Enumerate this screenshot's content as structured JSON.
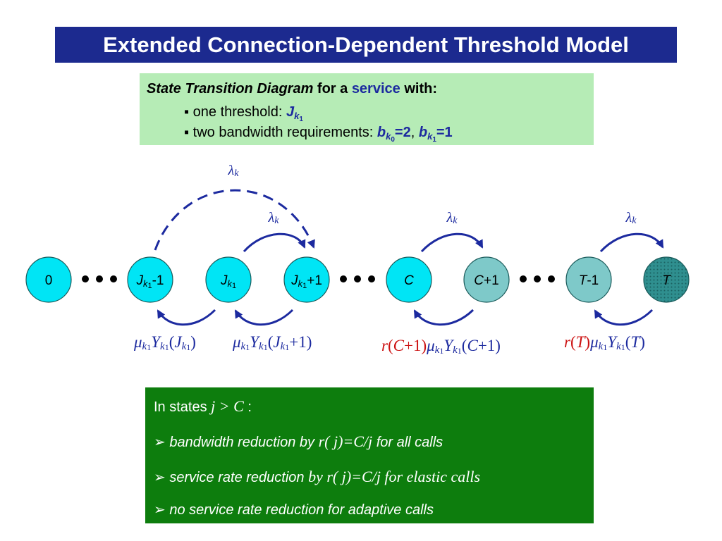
{
  "title": "Extended Connection-Dependent Threshold Model",
  "info": {
    "line1_italic": "State Transition Diagram",
    "line1_mid": " for a ",
    "line1_service": "service",
    "line1_end": " with:",
    "bullet1_text": "one threshold: ",
    "bullet2_text": "two bandwidth requirements: ",
    "bullet_symbol": "▪"
  },
  "diagram": {
    "states": [
      {
        "label": "0",
        "color": "#00e5f5"
      },
      {
        "label": "Jk1-1",
        "color": "#00e5f5"
      },
      {
        "label": "Jk1",
        "color": "#00e5f5"
      },
      {
        "label": "Jk1+1",
        "color": "#00e5f5"
      },
      {
        "label": "C",
        "color": "#00e5f5"
      },
      {
        "label": "C+1",
        "color": "#7ec9c9"
      },
      {
        "label": "T-1",
        "color": "#7ec9c9"
      },
      {
        "label": "T",
        "color": "#2f8f8f"
      }
    ],
    "dots": "• • •",
    "arrow_color": "#1c2a9f",
    "red_color": "#cc1111",
    "lambda_label": "λk",
    "mu_labels": [
      "μk1Yk1(Jk1)",
      "μk1Yk1(Jk1+1)",
      "r(C+1)μk1Yk1(C+1)",
      "r(T)μk1Yk1(T)"
    ]
  },
  "notes": {
    "intro": "In states ",
    "intro_math": "j > C",
    "intro_end": " :",
    "arrow_symbol": "➢",
    "item1_text": "bandwidth reduction by ",
    "item1_math": "r( j)=C/j",
    "item1_end": " for all calls",
    "item2_text": "service rate reduction ",
    "item2_math": "by r( j)=C/j for elastic calls",
    "item3_text": "no service rate reduction for adaptive calls"
  }
}
